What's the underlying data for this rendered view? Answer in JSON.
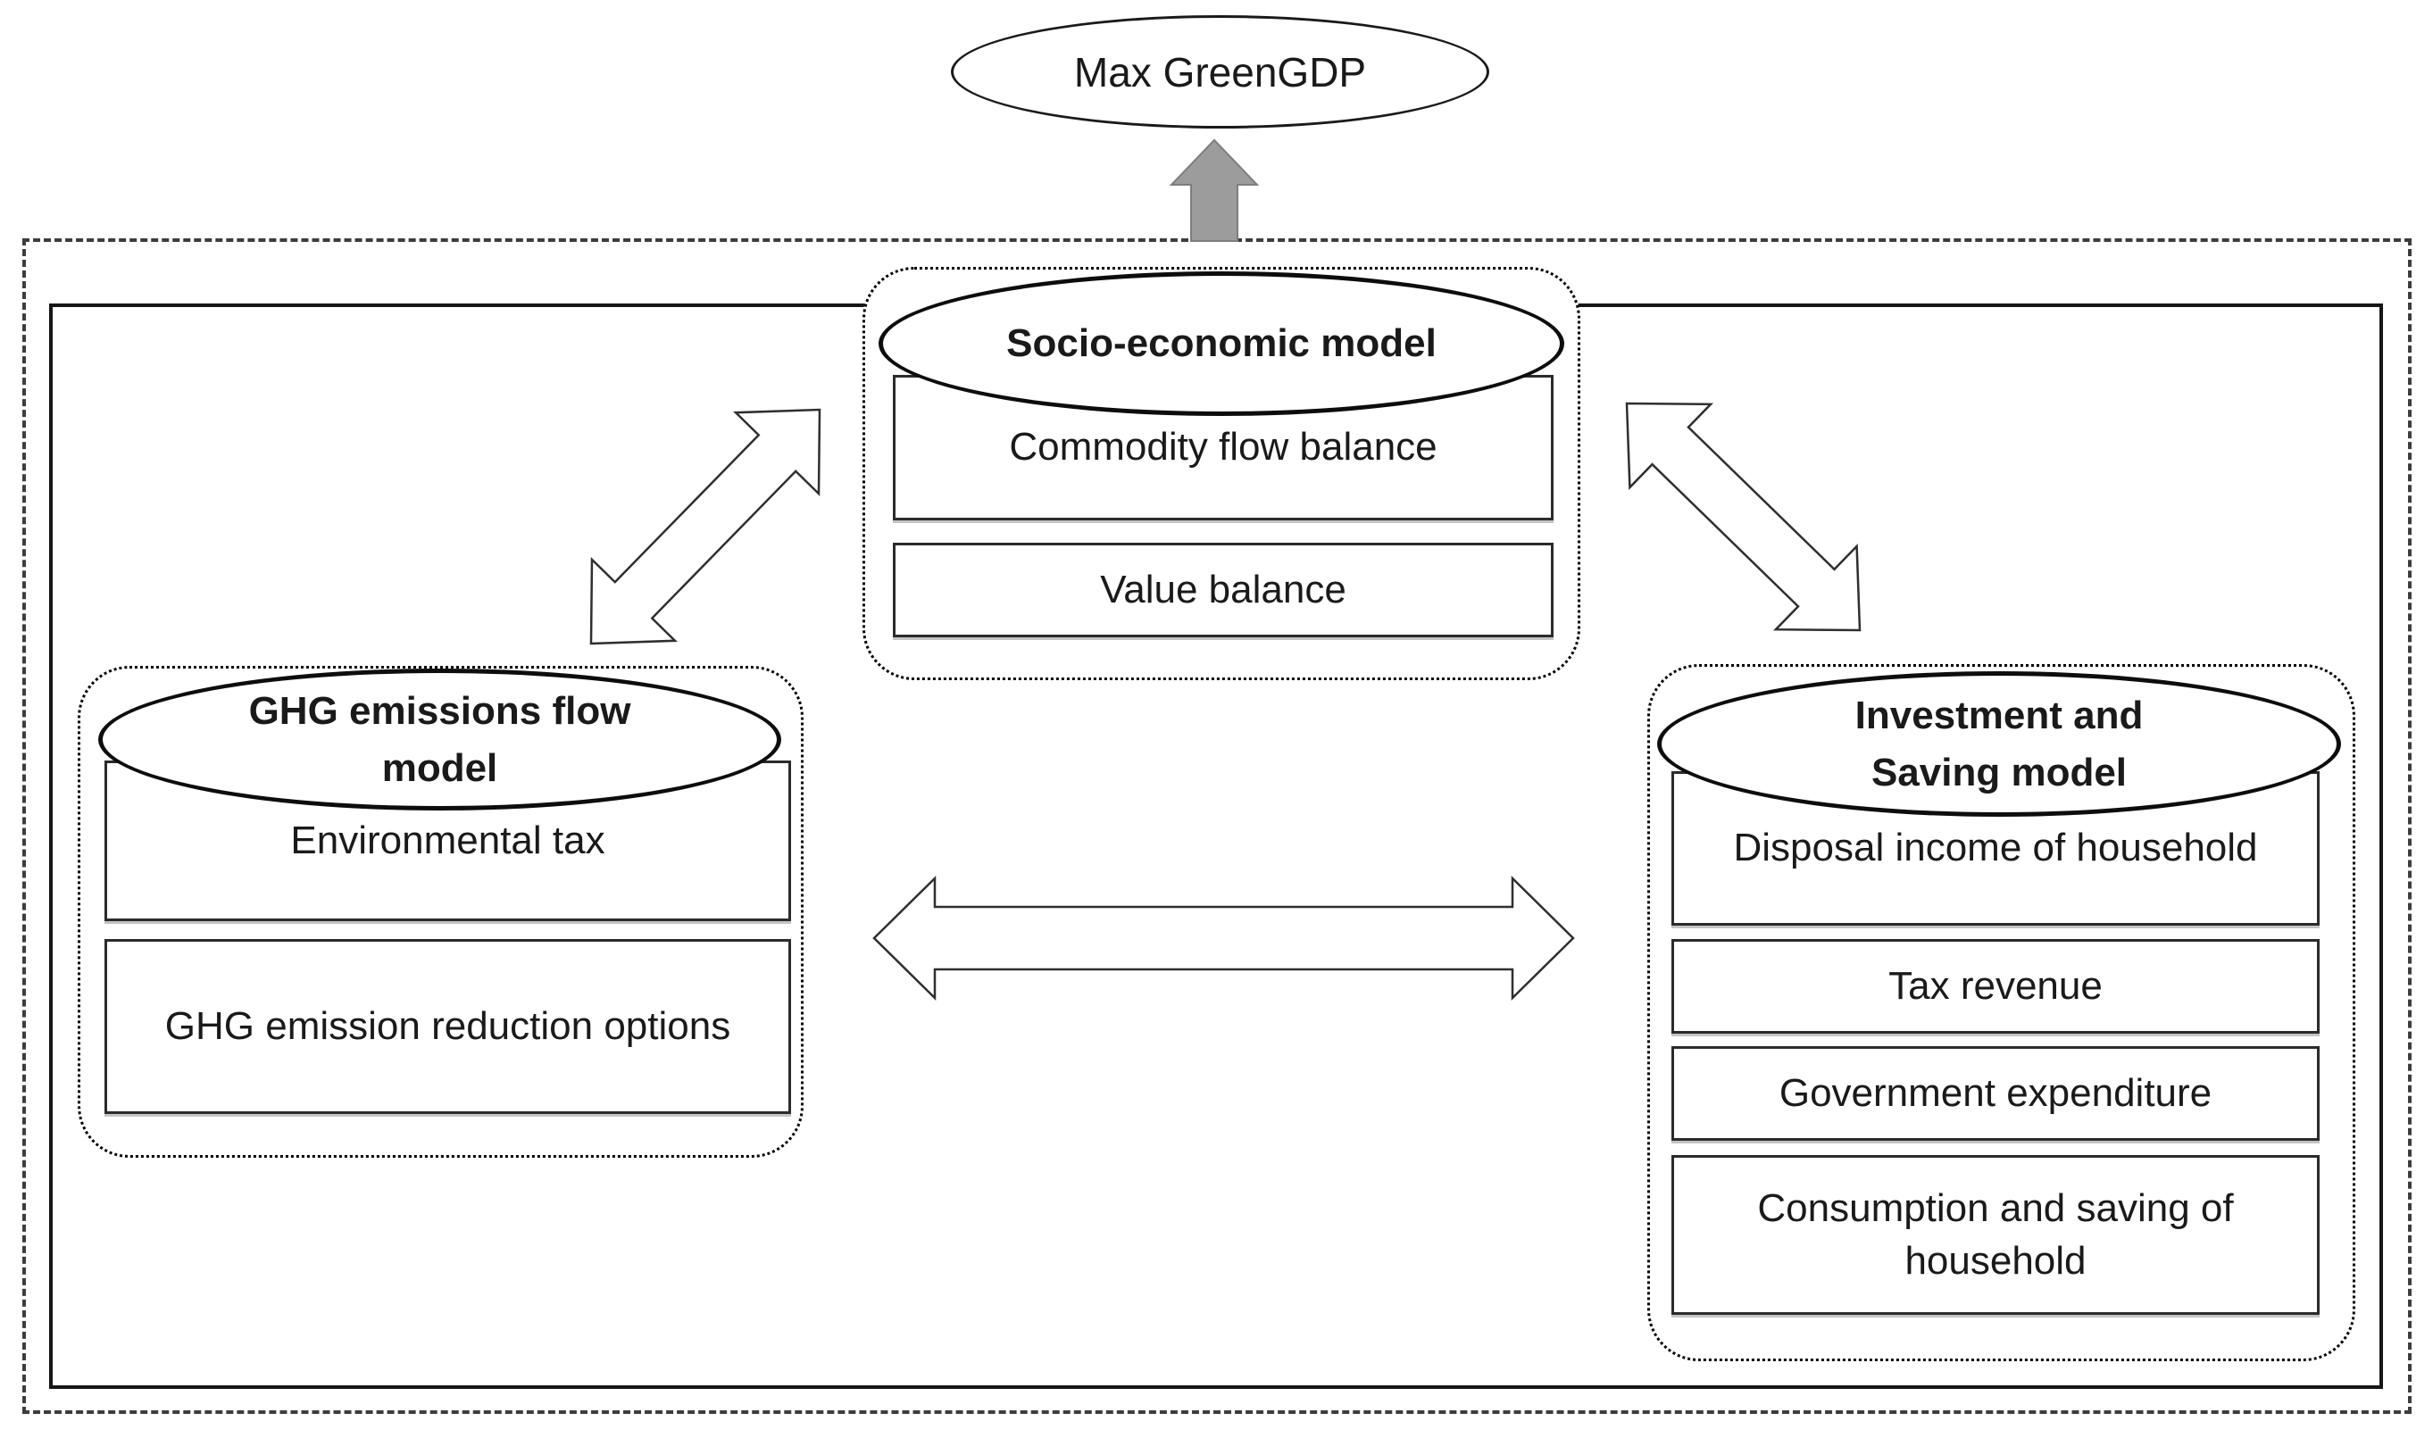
{
  "diagram": {
    "objective": {
      "label": "Max GreenGDP"
    },
    "groups": {
      "socio": {
        "title": "Socio-economic model",
        "items": [
          "Commodity flow balance",
          "Value balance"
        ]
      },
      "ghg": {
        "title_lines": [
          "GHG emissions flow",
          "model"
        ],
        "items": [
          "Environmental tax",
          "GHG emission reduction options"
        ]
      },
      "invest": {
        "title_lines": [
          "Investment and",
          "Saving model"
        ],
        "items": [
          "Disposal income of household",
          "Tax revenue",
          "Government expenditure",
          "Consumption and saving of household"
        ]
      }
    },
    "connectors": [
      {
        "name": "objective-arrow",
        "type": "block-arrow-up",
        "from": "model-boundary",
        "to": "Max GreenGDP"
      },
      {
        "name": "socio-ghg-arrow",
        "type": "double-headed-diagonal",
        "from": "Socio-economic model",
        "to": "GHG emissions flow model"
      },
      {
        "name": "socio-invest-arrow",
        "type": "double-headed-diagonal",
        "from": "Socio-economic model",
        "to": "Investment and Saving model"
      },
      {
        "name": "ghg-invest-arrow",
        "type": "double-headed-horizontal",
        "from": "GHG emissions flow model",
        "to": "Investment and Saving model"
      }
    ],
    "colors": {
      "line": "#1a1a1a",
      "gray_arrow_fill": "#9c9c9c",
      "gray_arrow_stroke": "#7e7e7e",
      "double_arrow_fill": "#ffffff",
      "double_arrow_stroke": "#2f2f2f",
      "background": "#ffffff"
    }
  }
}
